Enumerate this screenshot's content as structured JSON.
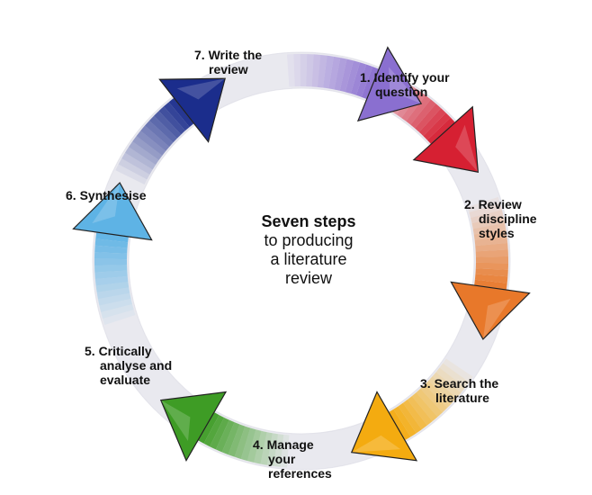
{
  "center": {
    "title": "Seven steps",
    "subtitle": "to producing\na literature\nreview"
  },
  "steps": [
    {
      "number": "1.",
      "line1": "1. Identify your",
      "line2": "question",
      "color": "#d62032",
      "icon": "arrow-head-icon"
    },
    {
      "number": "2.",
      "line1": "2. Review",
      "line2": "discipline\nstyles",
      "color": "#e8782a",
      "icon": "arrow-head-icon"
    },
    {
      "number": "3.",
      "line1": "3. Search the",
      "line2": "literature",
      "color": "#f4ab10",
      "icon": "arrow-head-icon"
    },
    {
      "number": "4.",
      "line1": "4. Manage",
      "line2": "your\nreferences",
      "color": "#3e9c25",
      "icon": "arrow-head-icon"
    },
    {
      "number": "5.",
      "line1": "5. Critically",
      "line2": "analyse and\nevaluate",
      "color": "#5eb3e5",
      "icon": "arrow-head-icon"
    },
    {
      "number": "6.",
      "line1": "6. Synthesise",
      "line2": "",
      "color": "#1b2d8c",
      "icon": "arrow-head-icon"
    },
    {
      "number": "7.",
      "line1": "7. Write the",
      "line2": "review",
      "color": "#8a6fd0",
      "icon": "arrow-head-icon"
    }
  ],
  "ring_color": "#e9e9ef"
}
